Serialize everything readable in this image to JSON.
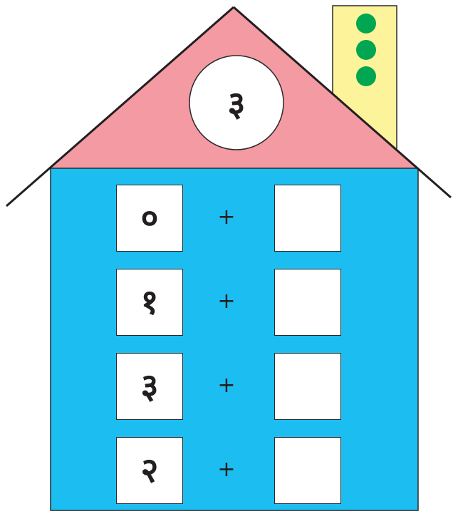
{
  "roof": {
    "number": "३",
    "color": "#f49aa3"
  },
  "chimney": {
    "color": "#fdf39b",
    "dot_color": "#00a650",
    "dot_count": 3
  },
  "wall": {
    "color": "#1cbdf0"
  },
  "rows": [
    {
      "left": "०",
      "operator": "+",
      "right": ""
    },
    {
      "left": "१",
      "operator": "+",
      "right": ""
    },
    {
      "left": "३",
      "operator": "+",
      "right": ""
    },
    {
      "left": "२",
      "operator": "+",
      "right": ""
    }
  ]
}
